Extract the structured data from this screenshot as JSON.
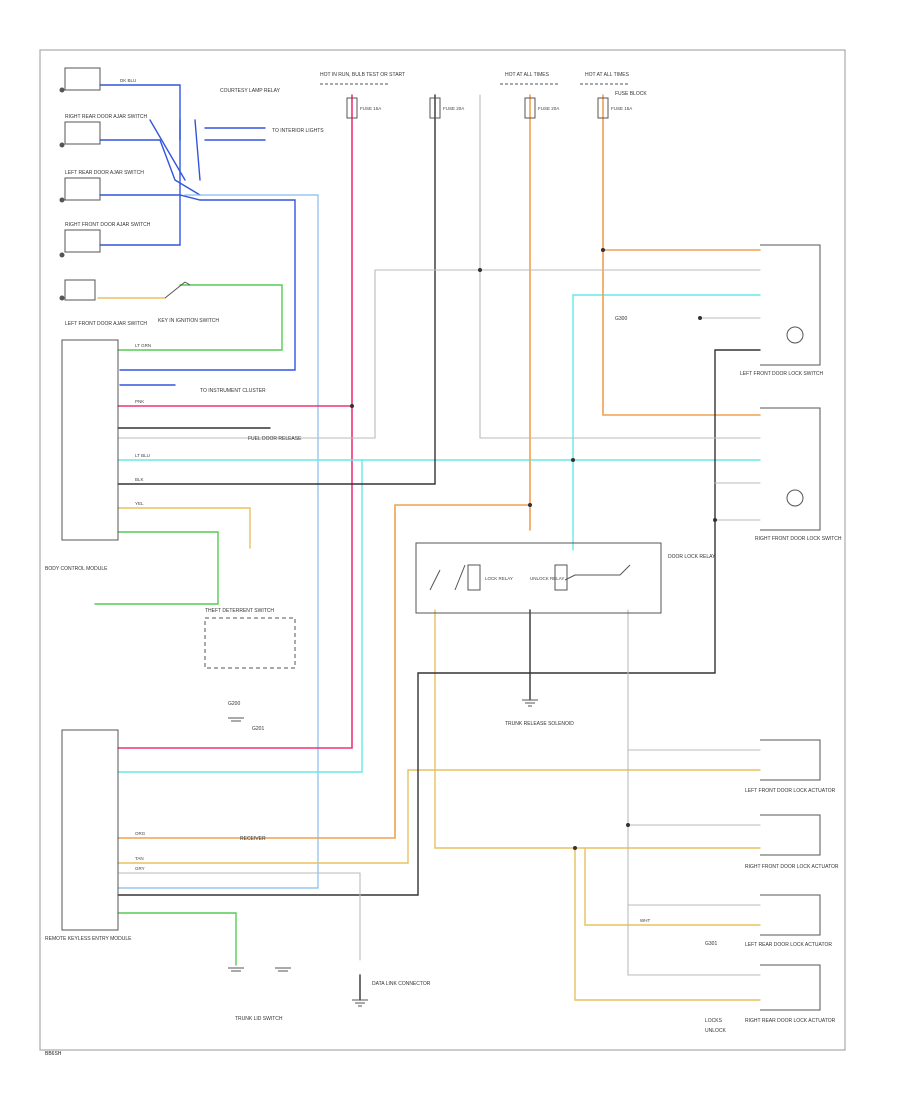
{
  "figure_id": "BB6SH",
  "labels": {
    "fuse_panel": "HOT IN RUN, BULB TEST OR START",
    "hot_at_all_times_1": "HOT AT ALL TIMES",
    "hot_at_all_times_2": "HOT AT ALL TIMES",
    "fuse_block": "FUSE BLOCK",
    "fuse_1": "FUSE 15A",
    "fuse_2": "FUSE 20A",
    "fuse_3": "FUSE 20A",
    "fuse_4": "FUSE 15A",
    "sw_rr_door_ajar": "RIGHT REAR DOOR AJAR SWITCH",
    "sw_lr_door_ajar": "LEFT REAR DOOR AJAR SWITCH",
    "sw_rf_door_ajar": "RIGHT FRONT DOOR AJAR SWITCH",
    "sw_lf_door_ajar": "LEFT FRONT DOOR AJAR SWITCH",
    "key_in_switch": "KEY IN IGNITION SWITCH",
    "courtesy_relay": "COURTESY LAMP RELAY",
    "to_interior_lights": "TO INTERIOR LIGHTS",
    "bcm": "BODY CONTROL MODULE",
    "to_instrument_cluster": "TO INSTRUMENT CLUSTER",
    "fuel_door": "FUEL DOOR RELEASE",
    "theft_deterrent_sw": "THEFT DETERRENT SWITCH",
    "door_lock_relay": "DOOR LOCK RELAY",
    "lock_relay": "LOCK RELAY",
    "unlock_relay": "UNLOCK RELAY",
    "trunk_release": "TRUNK RELEASE SOLENOID",
    "ground_g1": "G200",
    "ground_g2": "G201",
    "lf_door_lock_sw": "LEFT FRONT DOOR LOCK SWITCH",
    "rf_door_lock_sw": "RIGHT FRONT DOOR LOCK SWITCH",
    "lf_door_lock_mtr": "LEFT FRONT DOOR LOCK ACTUATOR",
    "rf_door_lock_mtr": "RIGHT FRONT DOOR LOCK ACTUATOR",
    "lr_door_lock_mtr": "LEFT REAR DOOR LOCK ACTUATOR",
    "rr_door_lock_mtr": "RIGHT REAR DOOR LOCK ACTUATOR",
    "rke_module": "REMOTE KEYLESS ENTRY MODULE",
    "radio_receiver": "RECEIVER",
    "data_link": "DATA LINK CONNECTOR",
    "trunk_lid_sw": "TRUNK LID SWITCH",
    "ground_g3": "G300",
    "ground_g4": "G301",
    "locks": "LOCKS",
    "unlock_label": "UNLOCK"
  },
  "wires": {
    "pnk": "PNK",
    "org": "ORG",
    "blk": "BLK",
    "lt_blu": "LT BLU",
    "tan": "TAN",
    "lt_grn": "LT GRN",
    "dk_blu": "DK BLU",
    "gry": "GRY",
    "wht": "WHT",
    "yel": "YEL"
  },
  "colors": {
    "frame": "#999999",
    "blue_wire": "#3355dd",
    "light_blue_wire": "#88bbee",
    "pink_wire": "#ee3377",
    "orange_wire": "#f0a050",
    "tan_wire": "#e8c060",
    "cyan_wire": "#66e8e8",
    "green_wire": "#55cc55",
    "black_wire": "#333333",
    "gray_wire": "#bbbbbb"
  }
}
